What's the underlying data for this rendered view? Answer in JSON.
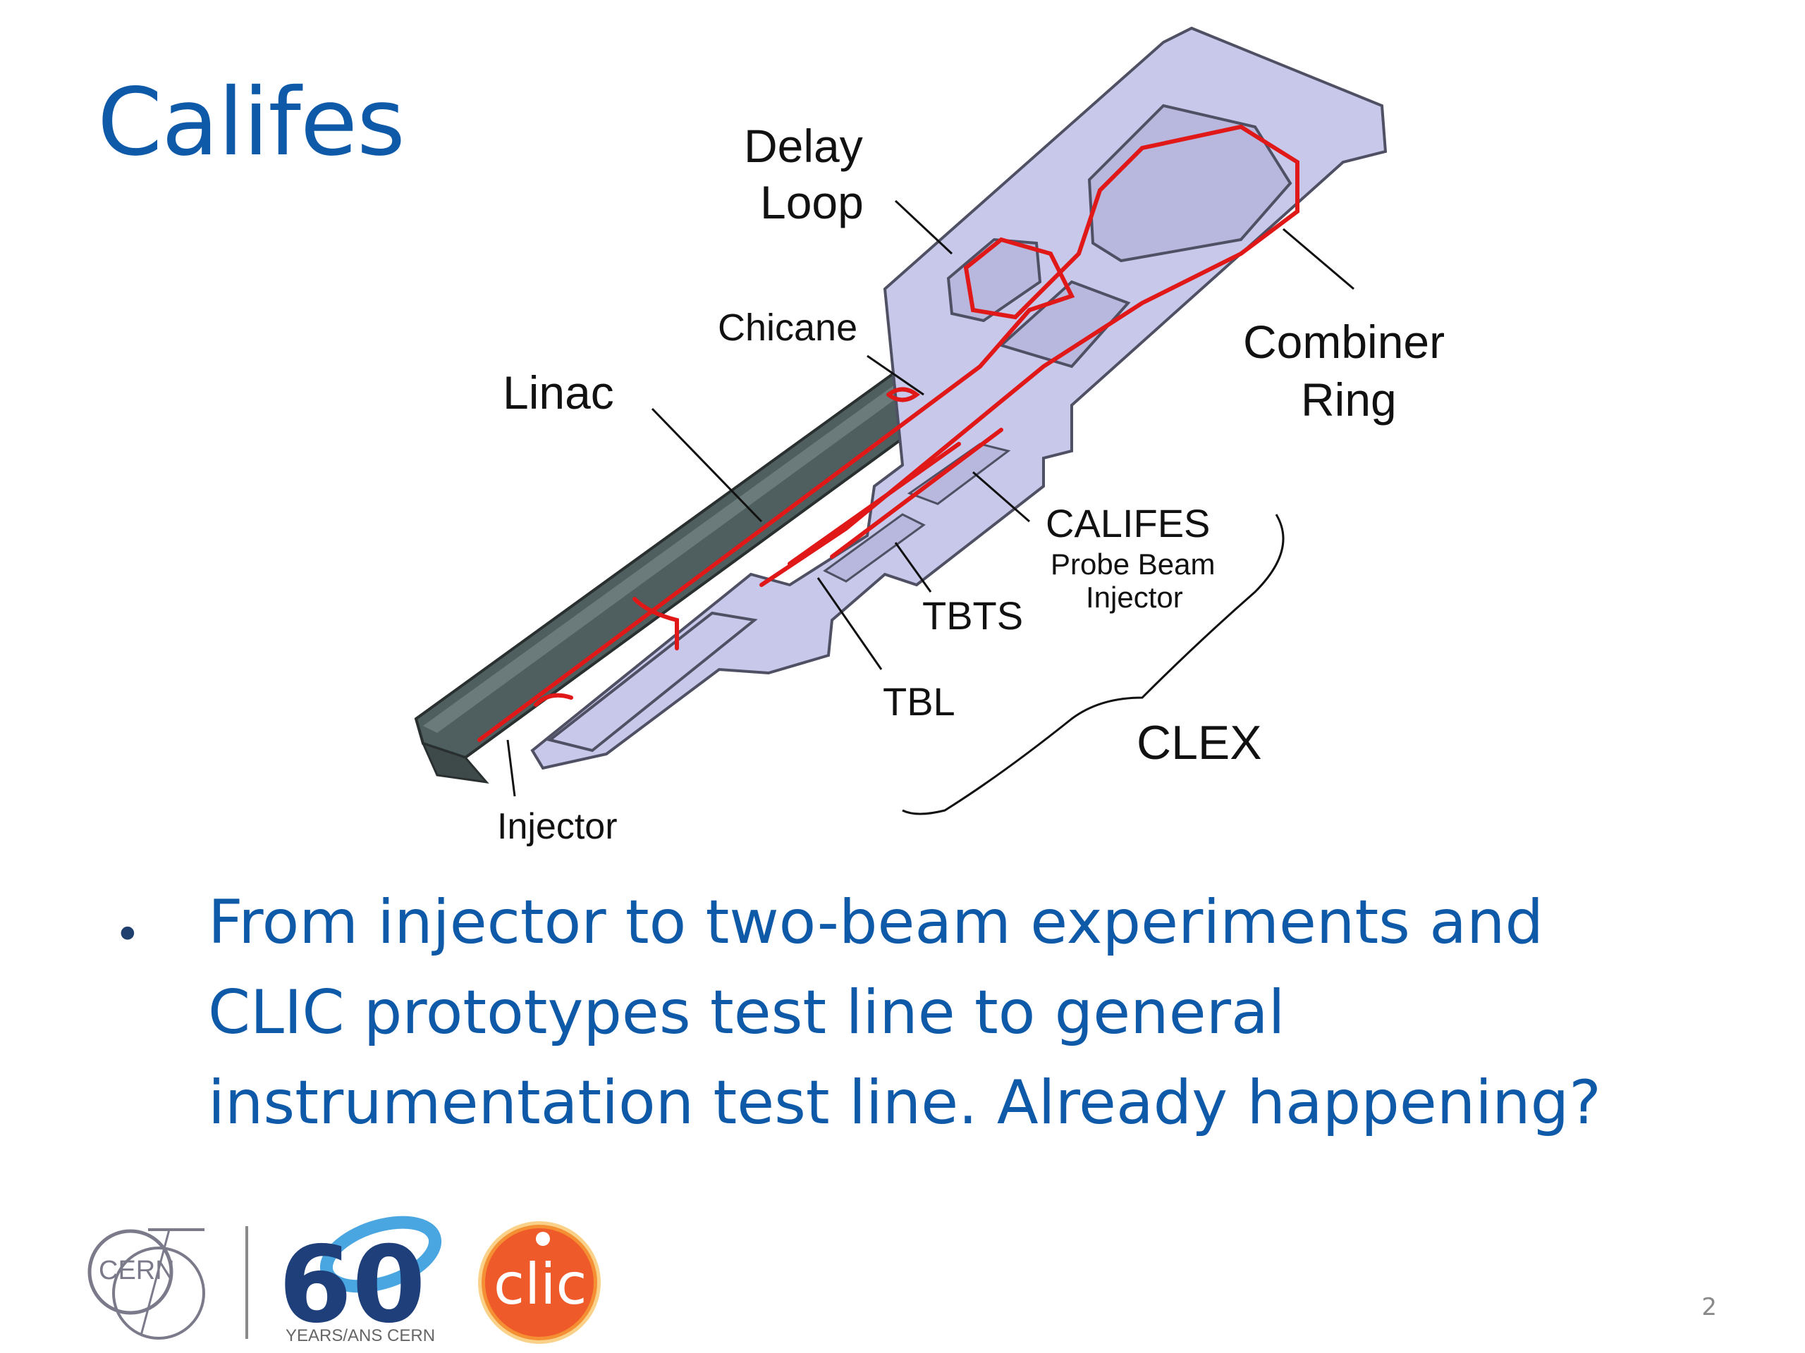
{
  "slide": {
    "title": "Califes",
    "bullet": "From injector to two-beam experiments and CLIC prototypes test line to general instrumentation test line. Already happening?",
    "page_number": "2"
  },
  "diagram": {
    "labels": {
      "delay_loop_1": "Delay",
      "delay_loop_2": "Loop",
      "chicane": "Chicane",
      "linac": "Linac",
      "combiner_1": "Combiner",
      "combiner_2": "Ring",
      "califes_1": "CALIFES",
      "califes_2": "Probe Beam",
      "califes_3": "Injector",
      "tbts": "TBTS",
      "tbl": "TBL",
      "clex": "CLEX",
      "injector": "Injector"
    },
    "colors": {
      "hall": "#c8c8ea",
      "hall_outline": "#505064",
      "linac": "#4f5f5f",
      "beam": "#e01818"
    }
  },
  "footer": {
    "cern_logo_text": "CERN",
    "anniversary_caption": "YEARS/ANS CERN",
    "anniversary_number": "60",
    "clic_logo_text": "clic"
  }
}
